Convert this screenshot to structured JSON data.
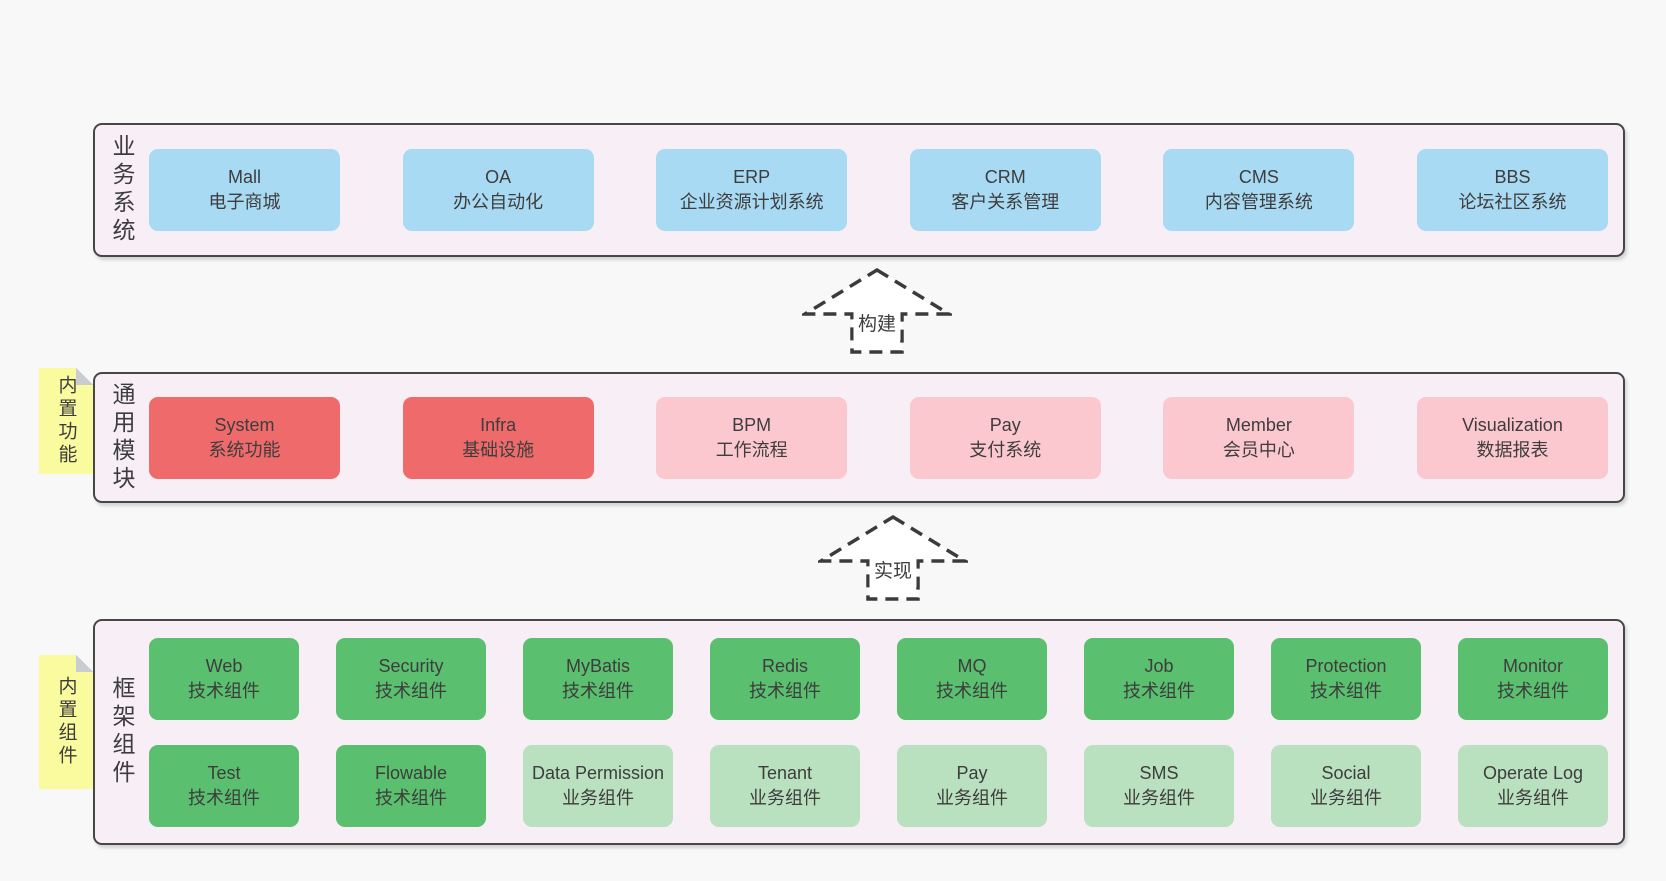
{
  "colors": {
    "page_bg": "#f8f8f8",
    "layer_bg": "#f8eef6",
    "layer_border": "#474747",
    "business_box": "#a9daf3",
    "core_module_box": "#ef6b6b",
    "module_box": "#fcc8cf",
    "tech_component_box": "#5abf6e",
    "biz_component_box": "#b9e0bf",
    "sticky_note": "#fafa9e",
    "text": "#3d3d3d"
  },
  "arrows": [
    {
      "label": "构建"
    },
    {
      "label": "实现"
    }
  ],
  "layers": [
    {
      "side_label": "业务系统",
      "boxes": [
        {
          "title": "Mall",
          "subtitle": "电子商城",
          "variant": "blue"
        },
        {
          "title": "OA",
          "subtitle": "办公自动化",
          "variant": "blue"
        },
        {
          "title": "ERP",
          "subtitle": "企业资源计划系统",
          "variant": "blue"
        },
        {
          "title": "CRM",
          "subtitle": "客户关系管理",
          "variant": "blue"
        },
        {
          "title": "CMS",
          "subtitle": "内容管理系统",
          "variant": "blue"
        },
        {
          "title": "BBS",
          "subtitle": "论坛社区系统",
          "variant": "blue"
        }
      ]
    },
    {
      "side_label": "通用模块",
      "sticky_note": "内置功能",
      "boxes": [
        {
          "title": "System",
          "subtitle": "系统功能",
          "variant": "red"
        },
        {
          "title": "Infra",
          "subtitle": "基础设施",
          "variant": "red"
        },
        {
          "title": "BPM",
          "subtitle": "工作流程",
          "variant": "pink"
        },
        {
          "title": "Pay",
          "subtitle": "支付系统",
          "variant": "pink"
        },
        {
          "title": "Member",
          "subtitle": "会员中心",
          "variant": "pink"
        },
        {
          "title": "Visualization",
          "subtitle": "数据报表",
          "variant": "pink"
        }
      ]
    },
    {
      "side_label": "框架组件",
      "sticky_note": "内置组件",
      "rows": [
        [
          {
            "title": "Web",
            "subtitle": "技术组件",
            "variant": "green"
          },
          {
            "title": "Security",
            "subtitle": "技术组件",
            "variant": "green"
          },
          {
            "title": "MyBatis",
            "subtitle": "技术组件",
            "variant": "green"
          },
          {
            "title": "Redis",
            "subtitle": "技术组件",
            "variant": "green"
          },
          {
            "title": "MQ",
            "subtitle": "技术组件",
            "variant": "green"
          },
          {
            "title": "Job",
            "subtitle": "技术组件",
            "variant": "green"
          },
          {
            "title": "Protection",
            "subtitle": "技术组件",
            "variant": "green"
          },
          {
            "title": "Monitor",
            "subtitle": "技术组件",
            "variant": "green"
          }
        ],
        [
          {
            "title": "Test",
            "subtitle": "技术组件",
            "variant": "green"
          },
          {
            "title": "Flowable",
            "subtitle": "技术组件",
            "variant": "green"
          },
          {
            "title": "Data Permission",
            "subtitle": "业务组件",
            "variant": "lightgreen"
          },
          {
            "title": "Tenant",
            "subtitle": "业务组件",
            "variant": "lightgreen"
          },
          {
            "title": "Pay",
            "subtitle": "业务组件",
            "variant": "lightgreen"
          },
          {
            "title": "SMS",
            "subtitle": "业务组件",
            "variant": "lightgreen"
          },
          {
            "title": "Social",
            "subtitle": "业务组件",
            "variant": "lightgreen"
          },
          {
            "title": "Operate Log",
            "subtitle": "业务组件",
            "variant": "lightgreen"
          }
        ]
      ]
    }
  ]
}
